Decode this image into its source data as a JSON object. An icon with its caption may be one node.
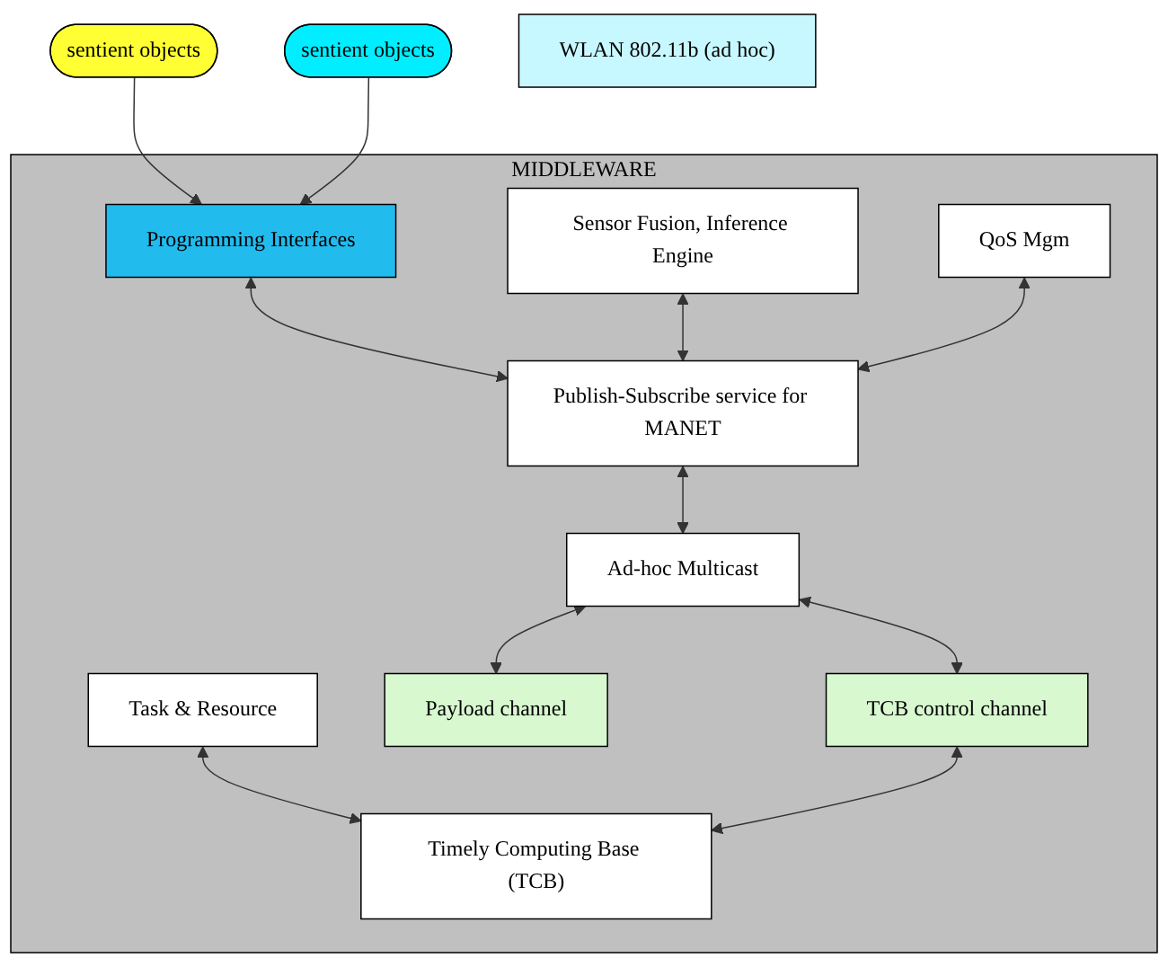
{
  "diagram": {
    "nodes": [
      {
        "text": [
          "sentient objects"
        ]
      },
      {
        "text": [
          "sentient objects"
        ]
      },
      {
        "text": [
          "MIDDLEWARE"
        ]
      },
      {
        "text": [
          "Programming Interfaces"
        ],
        "in": 2
      },
      {
        "text": [
          "Sensor Fusion, Inference Engine"
        ],
        "in": 2
      },
      {
        "text": [
          "Publish-Subscribe service for MANET"
        ],
        "in": 2
      },
      {
        "text": [
          "QoS Mgm"
        ],
        "in": 2
      },
      {
        "text": [
          "Ad-hoc Multicast"
        ],
        "in": 2
      },
      {
        "text": [
          "Task & Resource"
        ],
        "in": 2
      },
      {
        "text": [
          "Payload channel"
        ],
        "in": 2
      },
      {
        "text": [
          "TCB control channel"
        ],
        "in": 2
      },
      {
        "text": [
          "Timely Computing Base (TCB)"
        ],
        "in": 2
      },
      {
        "text": [
          "WLAN 802.11b (ad hoc)"
        ]
      }
    ],
    "edges": [
      {
        "from": 0,
        "to": 3,
        "arrow": "to"
      },
      {
        "from": 1,
        "to": 3,
        "arrow": "to"
      },
      {
        "from": 3,
        "to": 5,
        "arrow": "both"
      },
      {
        "from": 4,
        "to": 5,
        "arrow": "both"
      },
      {
        "from": 6,
        "to": 5,
        "arrow": "both"
      },
      {
        "from": 5,
        "to": 7,
        "arrow": "both"
      },
      {
        "from": 7,
        "to": 9,
        "arrow": "both"
      },
      {
        "from": 7,
        "to": 10,
        "arrow": "both"
      },
      {
        "from": 8,
        "to": 11,
        "arrow": "both"
      },
      {
        "from": 10,
        "to": 11,
        "arrow": "both"
      }
    ]
  }
}
